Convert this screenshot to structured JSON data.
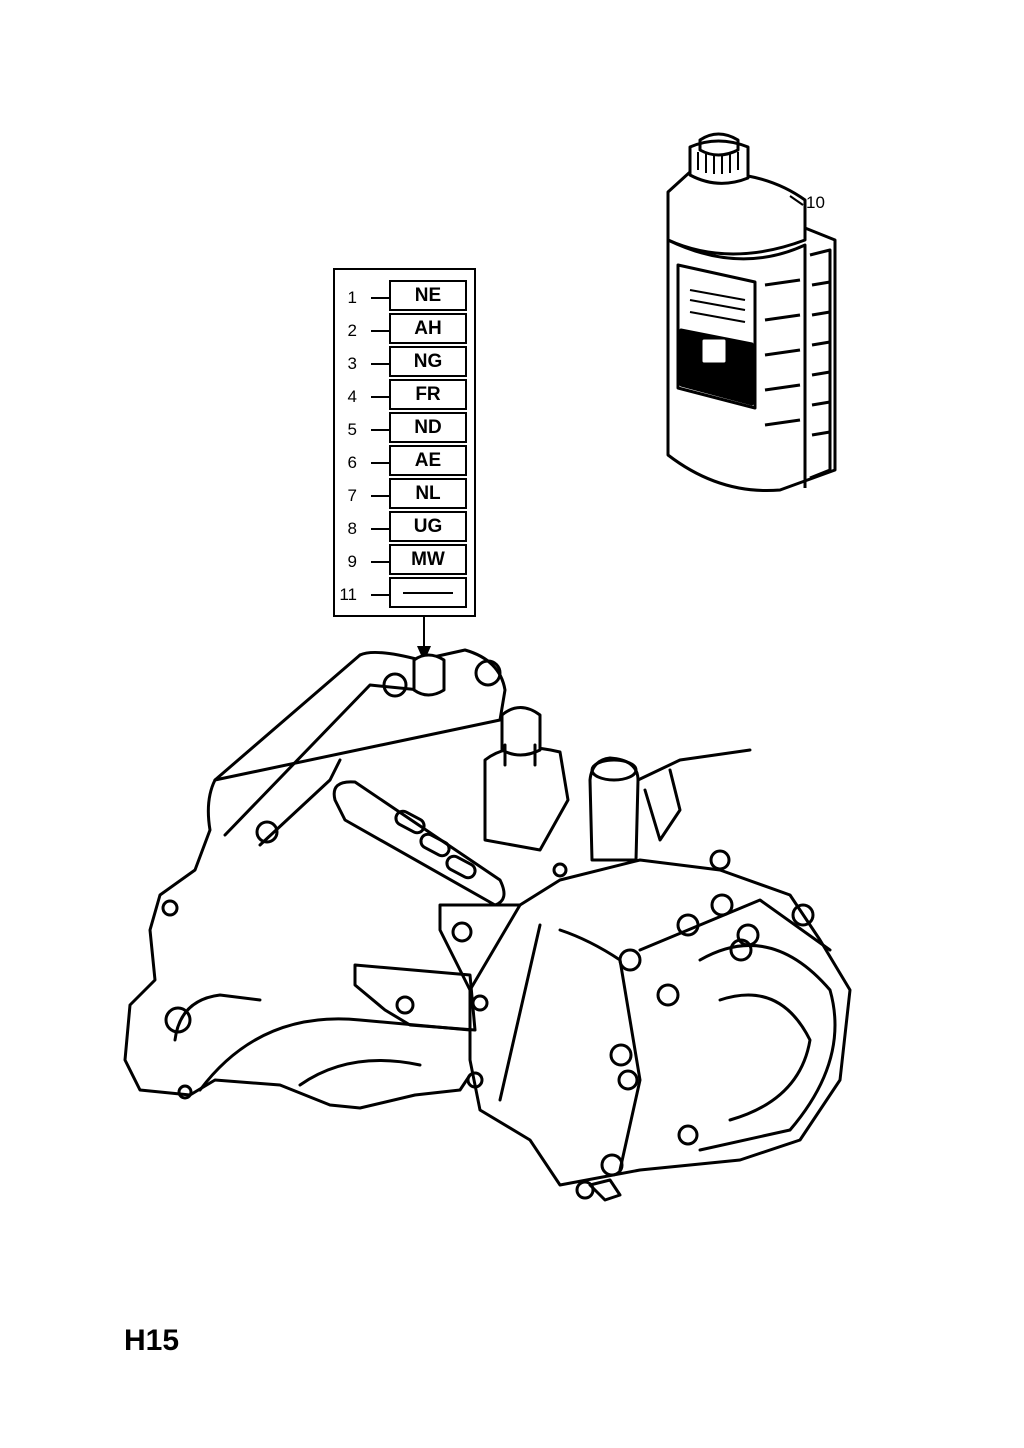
{
  "parts_list": {
    "rows": [
      {
        "num": "1",
        "code": "NE"
      },
      {
        "num": "2",
        "code": "AH"
      },
      {
        "num": "3",
        "code": "NG"
      },
      {
        "num": "4",
        "code": "FR"
      },
      {
        "num": "5",
        "code": "ND"
      },
      {
        "num": "6",
        "code": "AE"
      },
      {
        "num": "7",
        "code": "NL"
      },
      {
        "num": "8",
        "code": "UG"
      },
      {
        "num": "9",
        "code": "MW"
      },
      {
        "num": "11",
        "code": ""
      }
    ]
  },
  "callouts": {
    "oil_bottle": "10"
  },
  "page_code": "H15",
  "illustrations": [
    "oil-bottle",
    "manual-transmission-gearbox"
  ]
}
